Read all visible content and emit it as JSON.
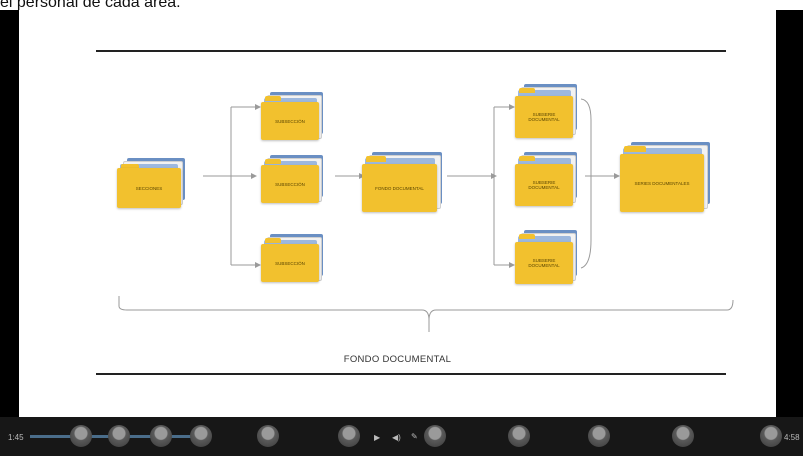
{
  "caption": "el personal de cada área.",
  "slide": {
    "level1": {
      "label": "FONDO DOCUMENTAL"
    },
    "folders": [
      {
        "id": "seccion",
        "label": "SECCIONES"
      },
      {
        "id": "sub1",
        "label": "SUBSECCIÓN"
      },
      {
        "id": "sub2",
        "label": "SUBSECCIÓN"
      },
      {
        "id": "sub3",
        "label": "SUBSECCIÓN"
      },
      {
        "id": "fondo",
        "label": "FONDO DOCUMENTAL"
      },
      {
        "id": "serie1",
        "label": "SUBSERIE DOCUMENTAL"
      },
      {
        "id": "serie2",
        "label": "SUBSERIE DOCUMENTAL"
      },
      {
        "id": "serie3",
        "label": "SUBSERIE DOCUMENTAL"
      },
      {
        "id": "series",
        "label": "SERIES DOCUMENTALES"
      }
    ]
  },
  "controls": {
    "time_left": "1:45",
    "time_right": "4:58"
  },
  "icons": [
    "play-icon",
    "volume-icon",
    "edit-icon",
    "stop-icon"
  ]
}
